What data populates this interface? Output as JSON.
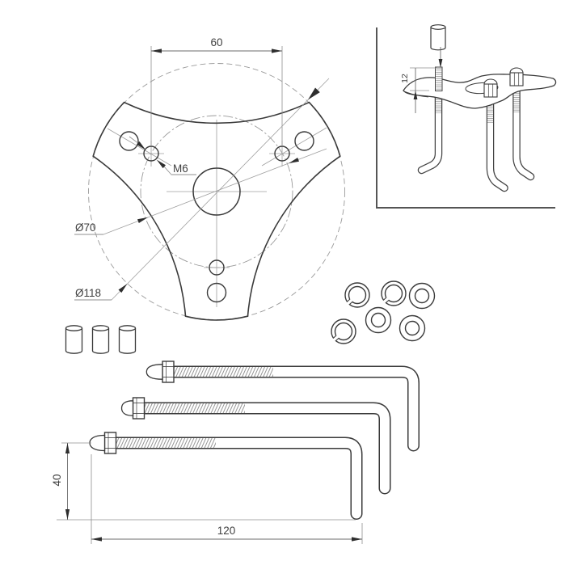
{
  "drawing": {
    "type": "installation-drawing",
    "views": {
      "top_view": "3-arm mounting flange",
      "detail_inset": "flange with anchor bolts assembled"
    }
  },
  "labels": {
    "hole_spacing": "60",
    "thread_size": "M6",
    "bolt_circle_dia": "Ø70",
    "outer_dia": "Ø118",
    "stud_protrusion": "12",
    "leg_height": "40",
    "bolt_length": "120"
  },
  "parts": {
    "flange_count": 1,
    "spacer_count": 3,
    "split_washer_count": 3,
    "flat_washer_count": 3,
    "anchor_bolt_count": 3
  },
  "colors": {
    "outline": "#3a3a3a",
    "thin_line": "#8f8f8f",
    "arrow": "#2e2e2e",
    "text": "#3f3f3f"
  }
}
